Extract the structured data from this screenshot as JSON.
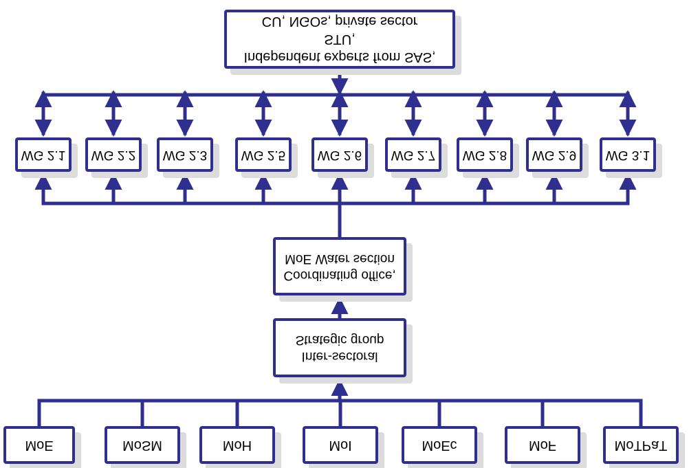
{
  "diagram": {
    "top_box": {
      "lines": [
        "Independent experts from SAS, STU,",
        "CU, NGOs, private sector"
      ]
    },
    "working_groups": [
      "WG 2.1",
      "WG 2.2",
      "WG 2.3",
      "WG 2.5",
      "WG 2.6",
      "WG 2.7",
      "WG 2.8",
      "WG 2.9",
      "WG 3.1"
    ],
    "coordinating_office": {
      "lines": [
        "Coordinating office,",
        "MoE Water section"
      ]
    },
    "strategic_group": {
      "lines": [
        "Inter-sectoral",
        "Strategic group"
      ]
    },
    "ministries": [
      "MoE",
      "MoSM",
      "MoH",
      "MoI",
      "MoEc",
      "MoF",
      "MoTPaT"
    ],
    "colors": {
      "line": "#2e2f8f",
      "box_border": "#2e2f8f",
      "shadow": "#dcdcdc",
      "text": "#000000"
    }
  }
}
